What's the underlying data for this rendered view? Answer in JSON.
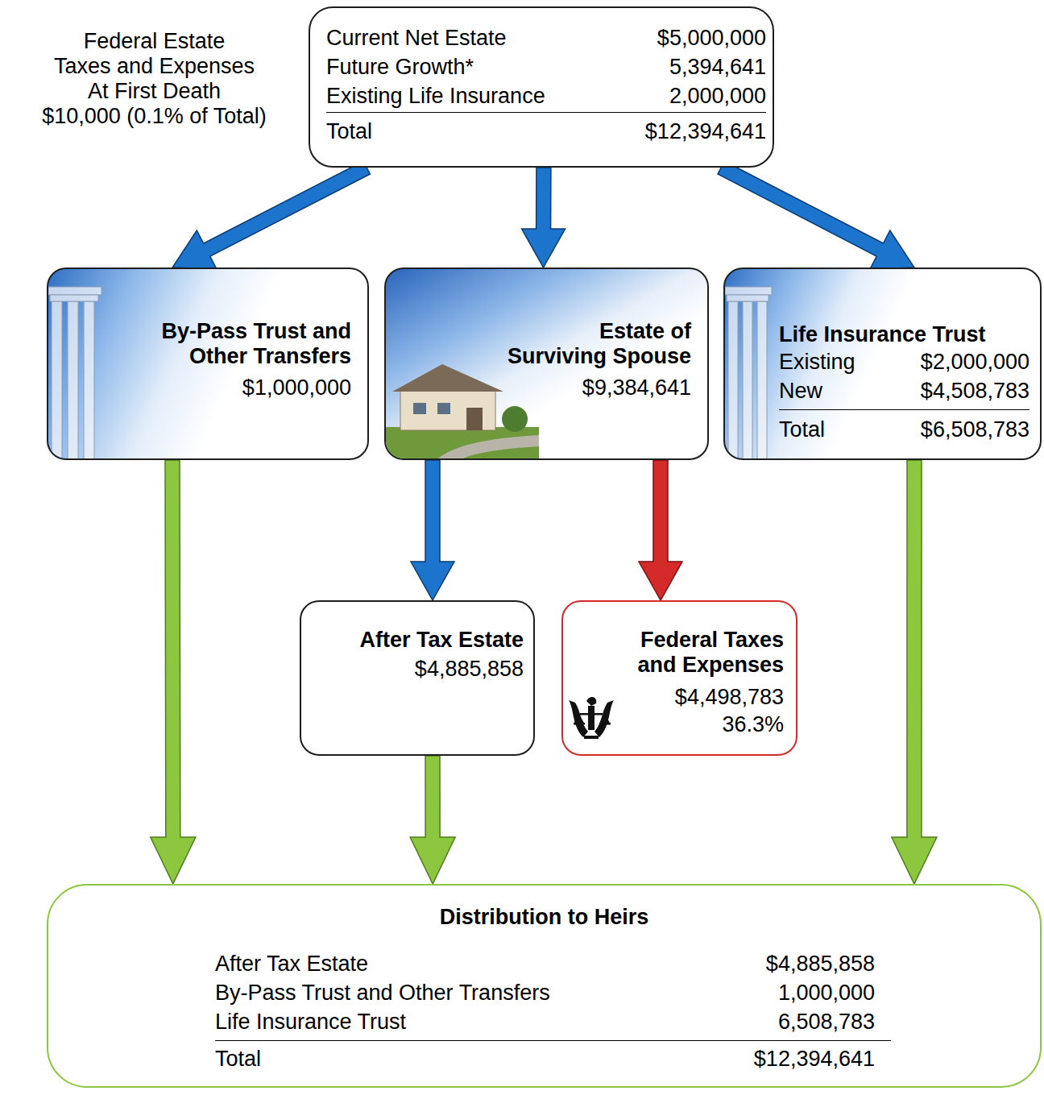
{
  "diagram": {
    "nodes": [
      {
        "text": [
          "Current Net Estate",
          "$5,000,000",
          "Future Growth*",
          "5,394,641",
          "Existing Life Insurance",
          "2,000,000",
          "Total",
          "$12,394,641"
        ]
      },
      {
        "text": [
          "By-Pass Trust and Other Transfers",
          "$1,000,000"
        ]
      },
      {
        "text": [
          "Estate of Surviving Spouse",
          "$9,384,641"
        ]
      },
      {
        "text": [
          "Life Insurance Trust",
          "Existing",
          "$2,000,000",
          "New",
          "$4,508,783",
          "Total",
          "$6,508,783"
        ]
      },
      {
        "text": [
          "After Tax Estate",
          "$4,885,858"
        ]
      },
      {
        "text": [
          "Federal Taxes and Expenses",
          "$4,498,783",
          "36.3%"
        ]
      },
      {
        "text": [
          "Distribution to Heirs",
          "After Tax Estate",
          "$4,885,858",
          "By-Pass Trust and Other Transfers",
          "1,000,000",
          "Life Insurance Trust",
          "6,508,783",
          "Total",
          "$12,394,641"
        ]
      }
    ],
    "edges": [
      {
        "from": 0,
        "to": 1,
        "arrow": "to"
      },
      {
        "from": 0,
        "to": 2,
        "arrow": "to"
      },
      {
        "from": 0,
        "to": 3,
        "arrow": "to"
      },
      {
        "from": 2,
        "to": 4,
        "arrow": "to"
      },
      {
        "from": 2,
        "to": 5,
        "arrow": "to"
      },
      {
        "from": 1,
        "to": 6,
        "arrow": "to"
      },
      {
        "from": 4,
        "to": 6,
        "arrow": "to"
      },
      {
        "from": 3,
        "to": 6,
        "arrow": "to"
      }
    ],
    "labels": [
      "Federal Estate Taxes and Expenses At First Death",
      "$10,000 (0.1% of Total)"
    ]
  }
}
